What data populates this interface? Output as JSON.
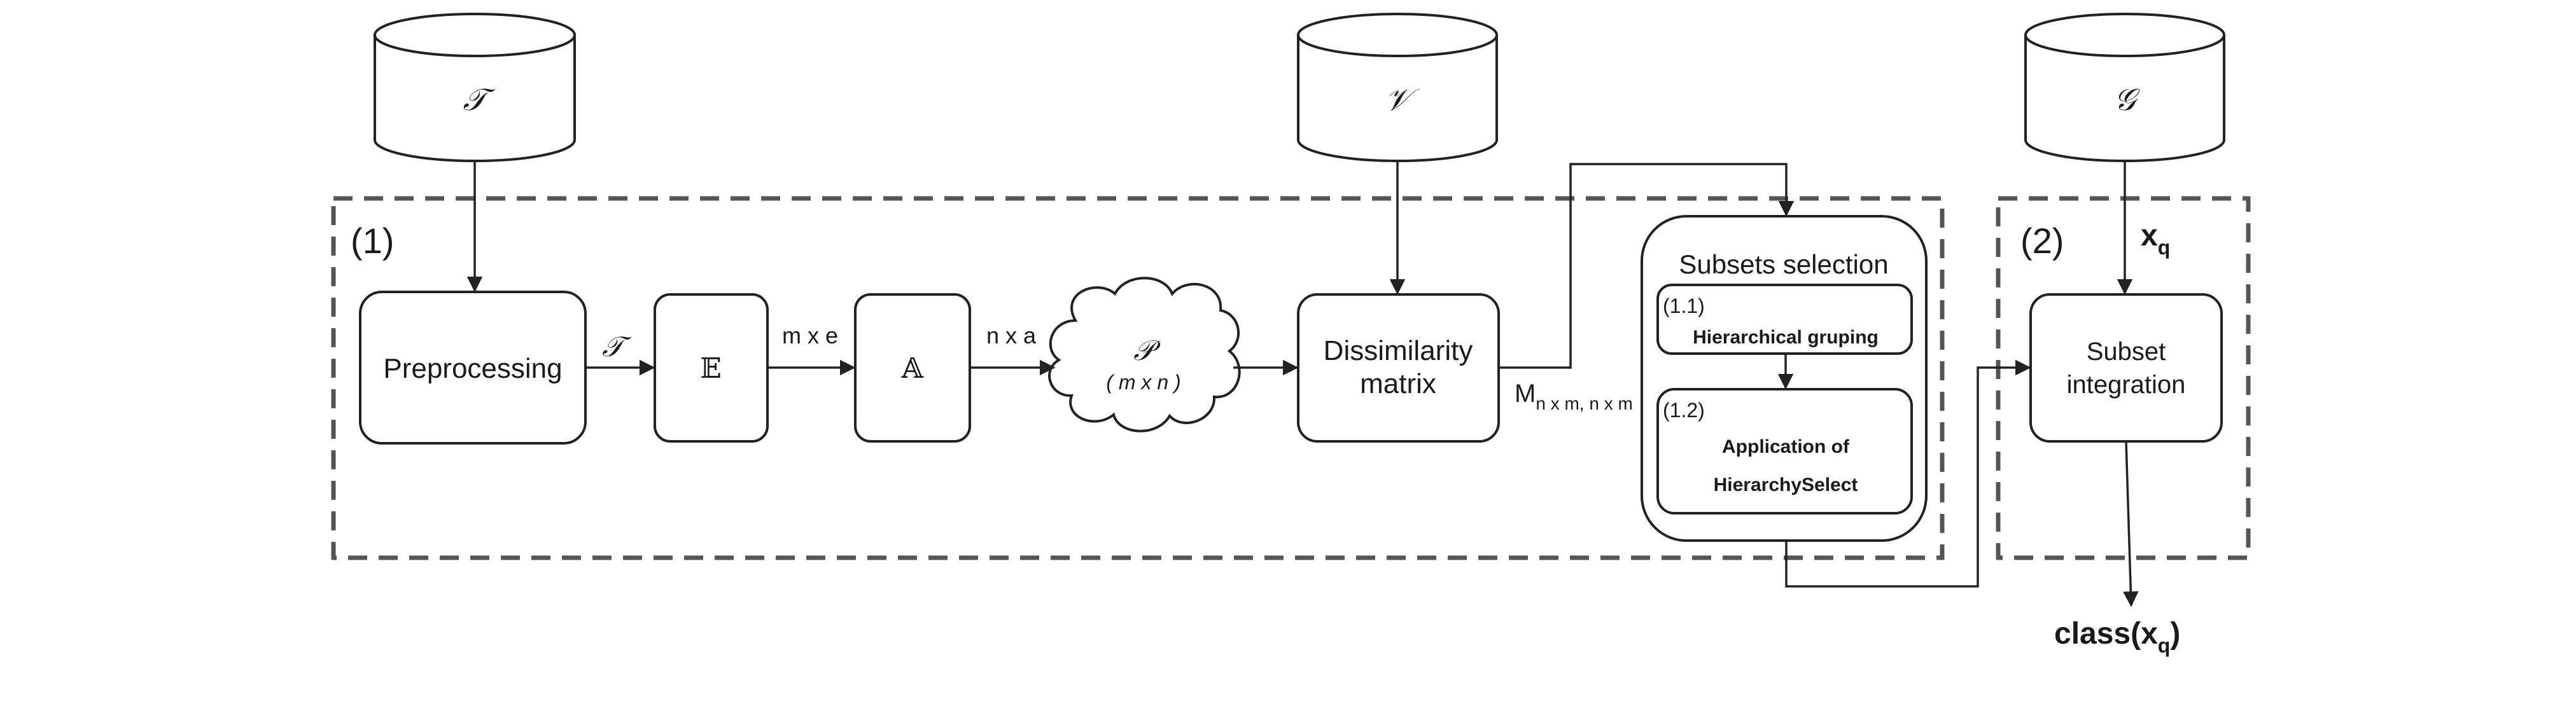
{
  "databases": {
    "training": "𝒯",
    "validation": "𝒱",
    "test": "𝒢"
  },
  "regions": {
    "region1_label": "(1)",
    "region2_label": "(2)"
  },
  "nodes": {
    "preprocessing": "Preprocessing",
    "embedding": "𝔼",
    "aggregation": "𝔸",
    "pool_symbol": "𝒫",
    "pool_dims": "( m x n )",
    "dissimilarity_line1": "Dissimilarity",
    "dissimilarity_line2": "matrix",
    "subsets_title": "Subsets selection",
    "step11_num": "(1.1)",
    "step11_label": "Hierarchical gruping",
    "step12_num": "(1.2)",
    "step12_line1": "Application of",
    "step12_line2": "HierarchySelect",
    "integration_line1": "Subset",
    "integration_line2": "integration"
  },
  "edge_labels": {
    "t_symbol": "𝒯",
    "m_x_e": "m x e",
    "n_x_a": "n x a",
    "matrix_M": "M",
    "matrix_sub": "n x m, n x m",
    "query_x": "x",
    "query_sub": "q"
  },
  "output": {
    "prefix": "class(x",
    "sub": "q",
    "suffix": ")"
  }
}
